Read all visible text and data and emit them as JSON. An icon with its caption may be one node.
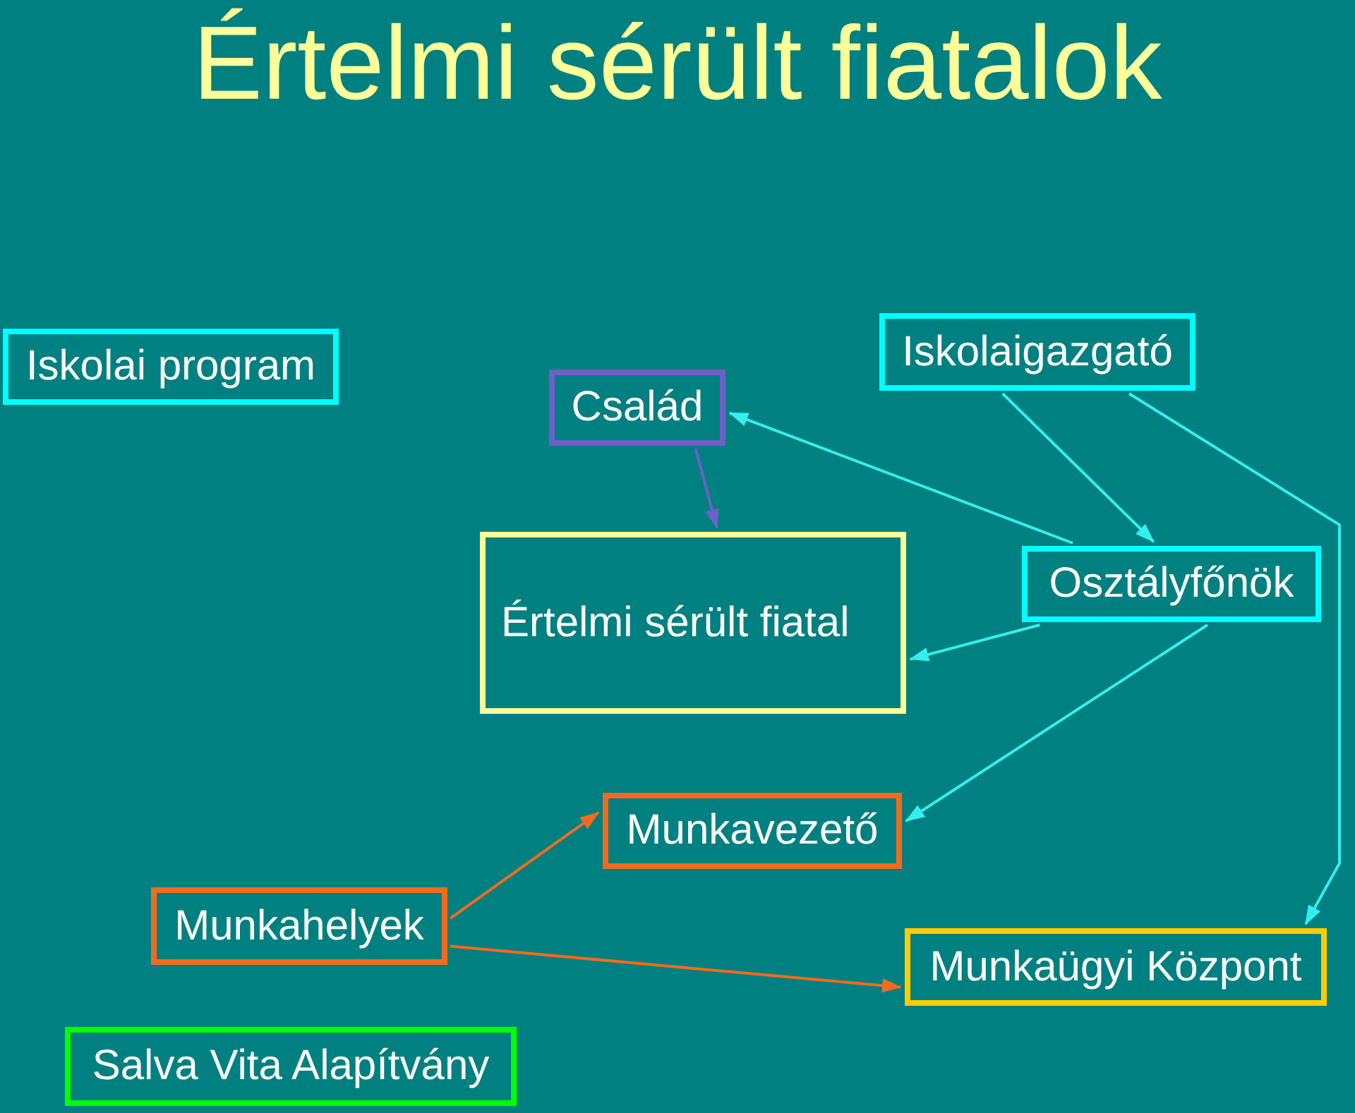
{
  "diagram": {
    "title": "Értelmi sérült fiatalok",
    "nodes": [
      {
        "text": [
          "Iskolai program"
        ]
      },
      {
        "text": [
          "Család"
        ]
      },
      {
        "text": [
          "Iskolaigazgató"
        ]
      },
      {
        "text": [
          "Értelmi sérült fiatal"
        ]
      },
      {
        "text": [
          "Osztályfőnök"
        ]
      },
      {
        "text": [
          "Munkavezető"
        ]
      },
      {
        "text": [
          "Munkahelyek"
        ]
      },
      {
        "text": [
          "Munkaügyi Központ"
        ]
      },
      {
        "text": [
          "Salva Vita Alapítvány"
        ]
      }
    ],
    "edges": [
      {
        "from": 1,
        "to": 3,
        "arrow": "to",
        "color": "#6f5fc8"
      },
      {
        "from": 4,
        "to": 1,
        "arrow": "to"
      },
      {
        "from": 2,
        "to": 4,
        "arrow": "to"
      },
      {
        "from": 2,
        "to": 7,
        "arrow": "to"
      },
      {
        "from": 4,
        "to": 3,
        "arrow": "to"
      },
      {
        "from": 4,
        "to": 5,
        "arrow": "to"
      },
      {
        "from": 6,
        "to": 5,
        "arrow": "to",
        "color": "#f26b1d"
      },
      {
        "from": 6,
        "to": 7,
        "arrow": "to",
        "color": "#f26b1d"
      }
    ]
  }
}
